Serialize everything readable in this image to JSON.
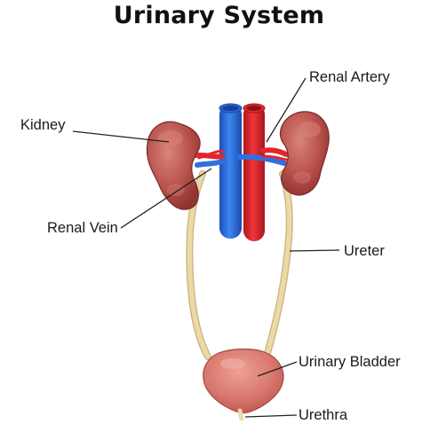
{
  "diagram": {
    "title": "Urinary System",
    "labels": {
      "renal_artery": "Renal Artery",
      "kidney": "Kidney",
      "renal_vein": "Renal Vein",
      "ureter": "Ureter",
      "urinary_bladder": "Urinary Bladder",
      "urethra": "Urethra"
    },
    "colors": {
      "kidney": "#b8504a",
      "kidney_dark": "#8e3431",
      "kidney_highlight": "#d9847a",
      "artery": "#e2262d",
      "vein": "#2f6fe0",
      "ureter": "#ecd9a8",
      "ureter_outline": "#c9b27d",
      "bladder": "#d9786e",
      "bladder_dark": "#b9544c",
      "leader_line": "#222222"
    }
  }
}
